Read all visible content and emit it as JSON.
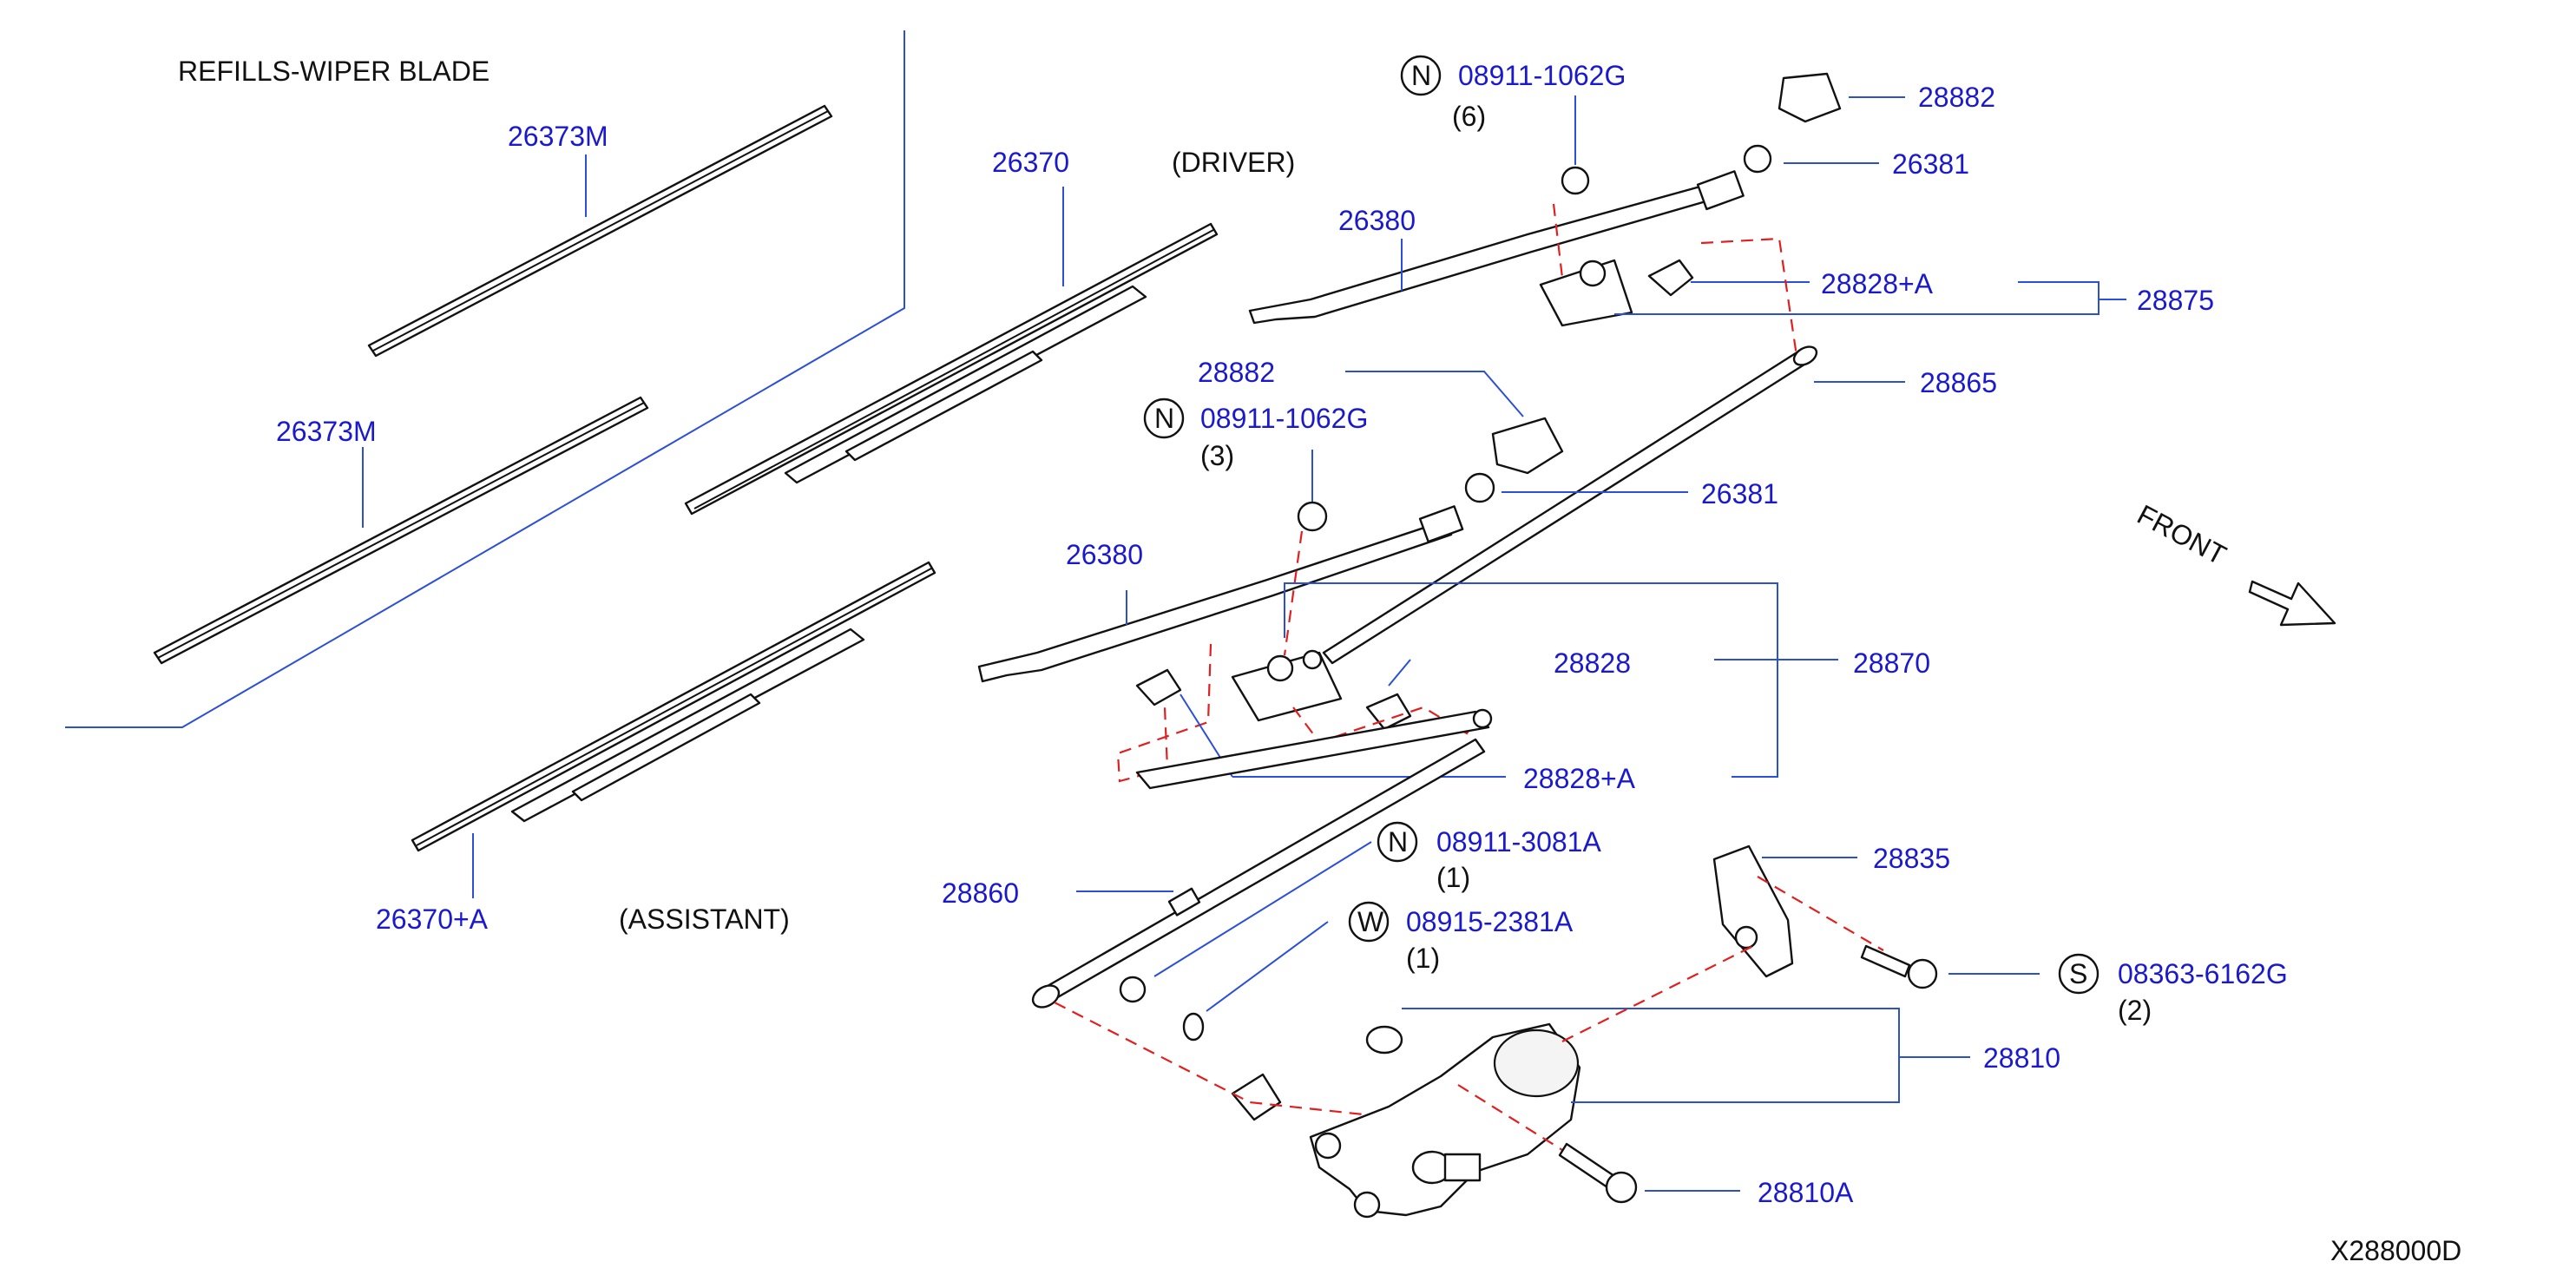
{
  "diagram": {
    "header": "REFILLS-WIPER  BLADE",
    "driver_note": "(DRIVER)",
    "assistant_note": "(ASSISTANT)",
    "direction": "FRONT",
    "drawing_code": "X288000D",
    "colors": {
      "part_number": "#1a1acc",
      "leader": "#2b4fd6",
      "assembly_line": "#e02020",
      "ink": "#111111"
    },
    "labels": [
      {
        "id": "26373M-a",
        "text": "26373M"
      },
      {
        "id": "26373M-b",
        "text": "26373M"
      },
      {
        "id": "26370",
        "text": "26370"
      },
      {
        "id": "26370A",
        "text": "26370+A"
      },
      {
        "id": "26380-a",
        "text": "26380"
      },
      {
        "id": "26380-b",
        "text": "26380"
      },
      {
        "id": "08911-1062G-a",
        "text": "08911-1062G",
        "prefix": "N",
        "qty": "(6)"
      },
      {
        "id": "08911-1062G-b",
        "text": "08911-1062G",
        "prefix": "N",
        "qty": "(3)"
      },
      {
        "id": "28882-a",
        "text": "28882"
      },
      {
        "id": "28882-b",
        "text": "28882"
      },
      {
        "id": "26381-a",
        "text": "26381"
      },
      {
        "id": "26381-b",
        "text": "26381"
      },
      {
        "id": "28828A-a",
        "text": "28828+A"
      },
      {
        "id": "28828A-b",
        "text": "28828+A"
      },
      {
        "id": "28875",
        "text": "28875"
      },
      {
        "id": "28865",
        "text": "28865"
      },
      {
        "id": "28828",
        "text": "28828"
      },
      {
        "id": "28870",
        "text": "28870"
      },
      {
        "id": "28860",
        "text": "28860"
      },
      {
        "id": "08911-3081A",
        "text": "08911-3081A",
        "prefix": "N",
        "qty": "(1)"
      },
      {
        "id": "08915-2381A",
        "text": "08915-2381A",
        "prefix": "W",
        "qty": "(1)"
      },
      {
        "id": "28835",
        "text": "28835"
      },
      {
        "id": "08363-6162G",
        "text": "08363-6162G",
        "prefix": "S",
        "qty": "(2)"
      },
      {
        "id": "28810",
        "text": "28810"
      },
      {
        "id": "28810A",
        "text": "28810A"
      }
    ]
  }
}
